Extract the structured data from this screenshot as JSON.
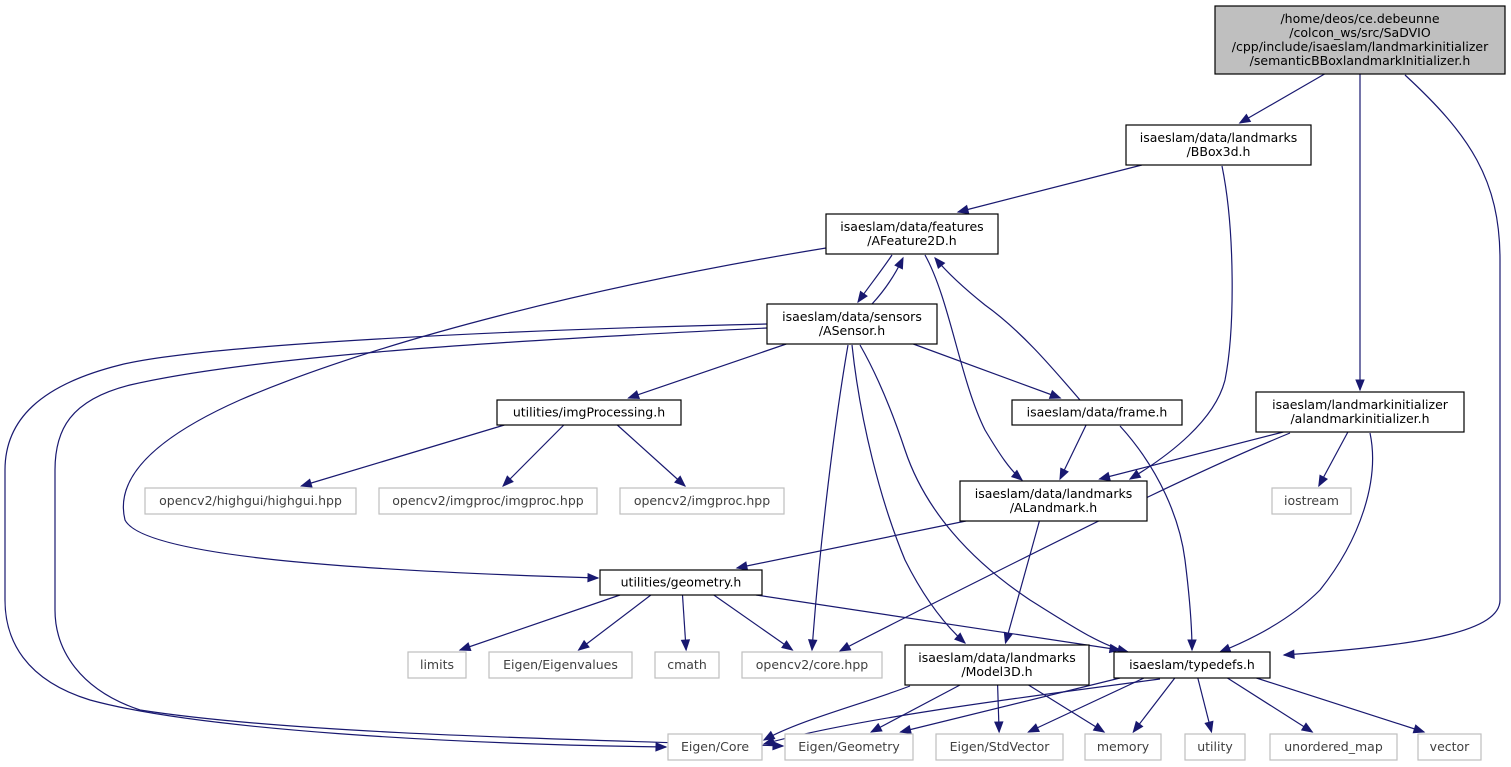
{
  "diagram": {
    "type": "include-dependency-graph",
    "nodes": [
      {
        "id": "root",
        "kind": "root",
        "lines": [
          "/home/deos/ce.debeunne",
          "/colcon_ws/src/SaDVIO",
          "/cpp/include/isaeslam/landmarkinitializer",
          "/semanticBBoxlandmarkInitializer.h"
        ]
      },
      {
        "id": "bbox3d",
        "kind": "local",
        "lines": [
          "isaeslam/data/landmarks",
          "/BBox3d.h"
        ]
      },
      {
        "id": "afeature2d",
        "kind": "local",
        "lines": [
          "isaeslam/data/features",
          "/AFeature2D.h"
        ]
      },
      {
        "id": "asensor",
        "kind": "local",
        "lines": [
          "isaeslam/data/sensors",
          "/ASensor.h"
        ]
      },
      {
        "id": "imgprocessing",
        "kind": "local",
        "lines": [
          "utilities/imgProcessing.h"
        ]
      },
      {
        "id": "frame",
        "kind": "local",
        "lines": [
          "isaeslam/data/frame.h"
        ]
      },
      {
        "id": "alandmarkinit",
        "kind": "local",
        "lines": [
          "isaeslam/landmarkinitializer",
          "/alandmarkinitializer.h"
        ]
      },
      {
        "id": "highgui",
        "kind": "external",
        "lines": [
          "opencv2/highgui/highgui.hpp"
        ]
      },
      {
        "id": "imgproc_imgproc",
        "kind": "external",
        "lines": [
          "opencv2/imgproc/imgproc.hpp"
        ]
      },
      {
        "id": "imgproc",
        "kind": "external",
        "lines": [
          "opencv2/imgproc.hpp"
        ]
      },
      {
        "id": "alandmark",
        "kind": "local",
        "lines": [
          "isaeslam/data/landmarks",
          "/ALandmark.h"
        ]
      },
      {
        "id": "iostream",
        "kind": "external",
        "lines": [
          "iostream"
        ]
      },
      {
        "id": "geometry",
        "kind": "local",
        "lines": [
          "utilities/geometry.h"
        ]
      },
      {
        "id": "limits",
        "kind": "external",
        "lines": [
          "limits"
        ]
      },
      {
        "id": "eigenvalues",
        "kind": "external",
        "lines": [
          "Eigen/Eigenvalues"
        ]
      },
      {
        "id": "cmath",
        "kind": "external",
        "lines": [
          "cmath"
        ]
      },
      {
        "id": "corehpp",
        "kind": "external",
        "lines": [
          "opencv2/core.hpp"
        ]
      },
      {
        "id": "model3d",
        "kind": "local",
        "lines": [
          "isaeslam/data/landmarks",
          "/Model3D.h"
        ]
      },
      {
        "id": "typedefs",
        "kind": "local",
        "lines": [
          "isaeslam/typedefs.h"
        ]
      },
      {
        "id": "eigencore",
        "kind": "external",
        "lines": [
          "Eigen/Core"
        ]
      },
      {
        "id": "eigengeometry",
        "kind": "external",
        "lines": [
          "Eigen/Geometry"
        ]
      },
      {
        "id": "stdvector",
        "kind": "external",
        "lines": [
          "Eigen/StdVector"
        ]
      },
      {
        "id": "memory",
        "kind": "external",
        "lines": [
          "memory"
        ]
      },
      {
        "id": "utility",
        "kind": "external",
        "lines": [
          "utility"
        ]
      },
      {
        "id": "unordered_map",
        "kind": "external",
        "lines": [
          "unordered_map"
        ]
      },
      {
        "id": "vector",
        "kind": "external",
        "lines": [
          "vector"
        ]
      }
    ],
    "edges": [
      {
        "from": "root",
        "to": "bbox3d"
      },
      {
        "from": "root",
        "to": "alandmarkinit"
      },
      {
        "from": "root",
        "to": "typedefs"
      },
      {
        "from": "bbox3d",
        "to": "afeature2d"
      },
      {
        "from": "bbox3d",
        "to": "alandmark"
      },
      {
        "from": "afeature2d",
        "to": "asensor"
      },
      {
        "from": "afeature2d",
        "to": "geometry"
      },
      {
        "from": "afeature2d",
        "to": "alandmark"
      },
      {
        "from": "asensor",
        "to": "afeature2d"
      },
      {
        "from": "asensor",
        "to": "imgprocessing"
      },
      {
        "from": "asensor",
        "to": "frame"
      },
      {
        "from": "asensor",
        "to": "corehpp"
      },
      {
        "from": "asensor",
        "to": "model3d"
      },
      {
        "from": "asensor",
        "to": "typedefs"
      },
      {
        "from": "asensor",
        "to": "eigencore"
      },
      {
        "from": "asensor",
        "to": "eigengeometry"
      },
      {
        "from": "imgprocessing",
        "to": "highgui"
      },
      {
        "from": "imgprocessing",
        "to": "imgproc_imgproc"
      },
      {
        "from": "imgprocessing",
        "to": "imgproc"
      },
      {
        "from": "frame",
        "to": "afeature2d"
      },
      {
        "from": "frame",
        "to": "alandmark"
      },
      {
        "from": "frame",
        "to": "typedefs"
      },
      {
        "from": "alandmarkinit",
        "to": "alandmark"
      },
      {
        "from": "alandmarkinit",
        "to": "iostream"
      },
      {
        "from": "alandmarkinit",
        "to": "corehpp"
      },
      {
        "from": "alandmarkinit",
        "to": "typedefs"
      },
      {
        "from": "alandmark",
        "to": "geometry"
      },
      {
        "from": "alandmark",
        "to": "model3d"
      },
      {
        "from": "geometry",
        "to": "limits"
      },
      {
        "from": "geometry",
        "to": "eigenvalues"
      },
      {
        "from": "geometry",
        "to": "cmath"
      },
      {
        "from": "geometry",
        "to": "corehpp"
      },
      {
        "from": "geometry",
        "to": "typedefs"
      },
      {
        "from": "model3d",
        "to": "eigencore"
      },
      {
        "from": "model3d",
        "to": "eigengeometry"
      },
      {
        "from": "model3d",
        "to": "stdvector"
      },
      {
        "from": "model3d",
        "to": "memory"
      },
      {
        "from": "typedefs",
        "to": "eigencore"
      },
      {
        "from": "typedefs",
        "to": "eigengeometry"
      },
      {
        "from": "typedefs",
        "to": "stdvector"
      },
      {
        "from": "typedefs",
        "to": "memory"
      },
      {
        "from": "typedefs",
        "to": "utility"
      },
      {
        "from": "typedefs",
        "to": "unordered_map"
      },
      {
        "from": "typedefs",
        "to": "vector"
      }
    ]
  }
}
